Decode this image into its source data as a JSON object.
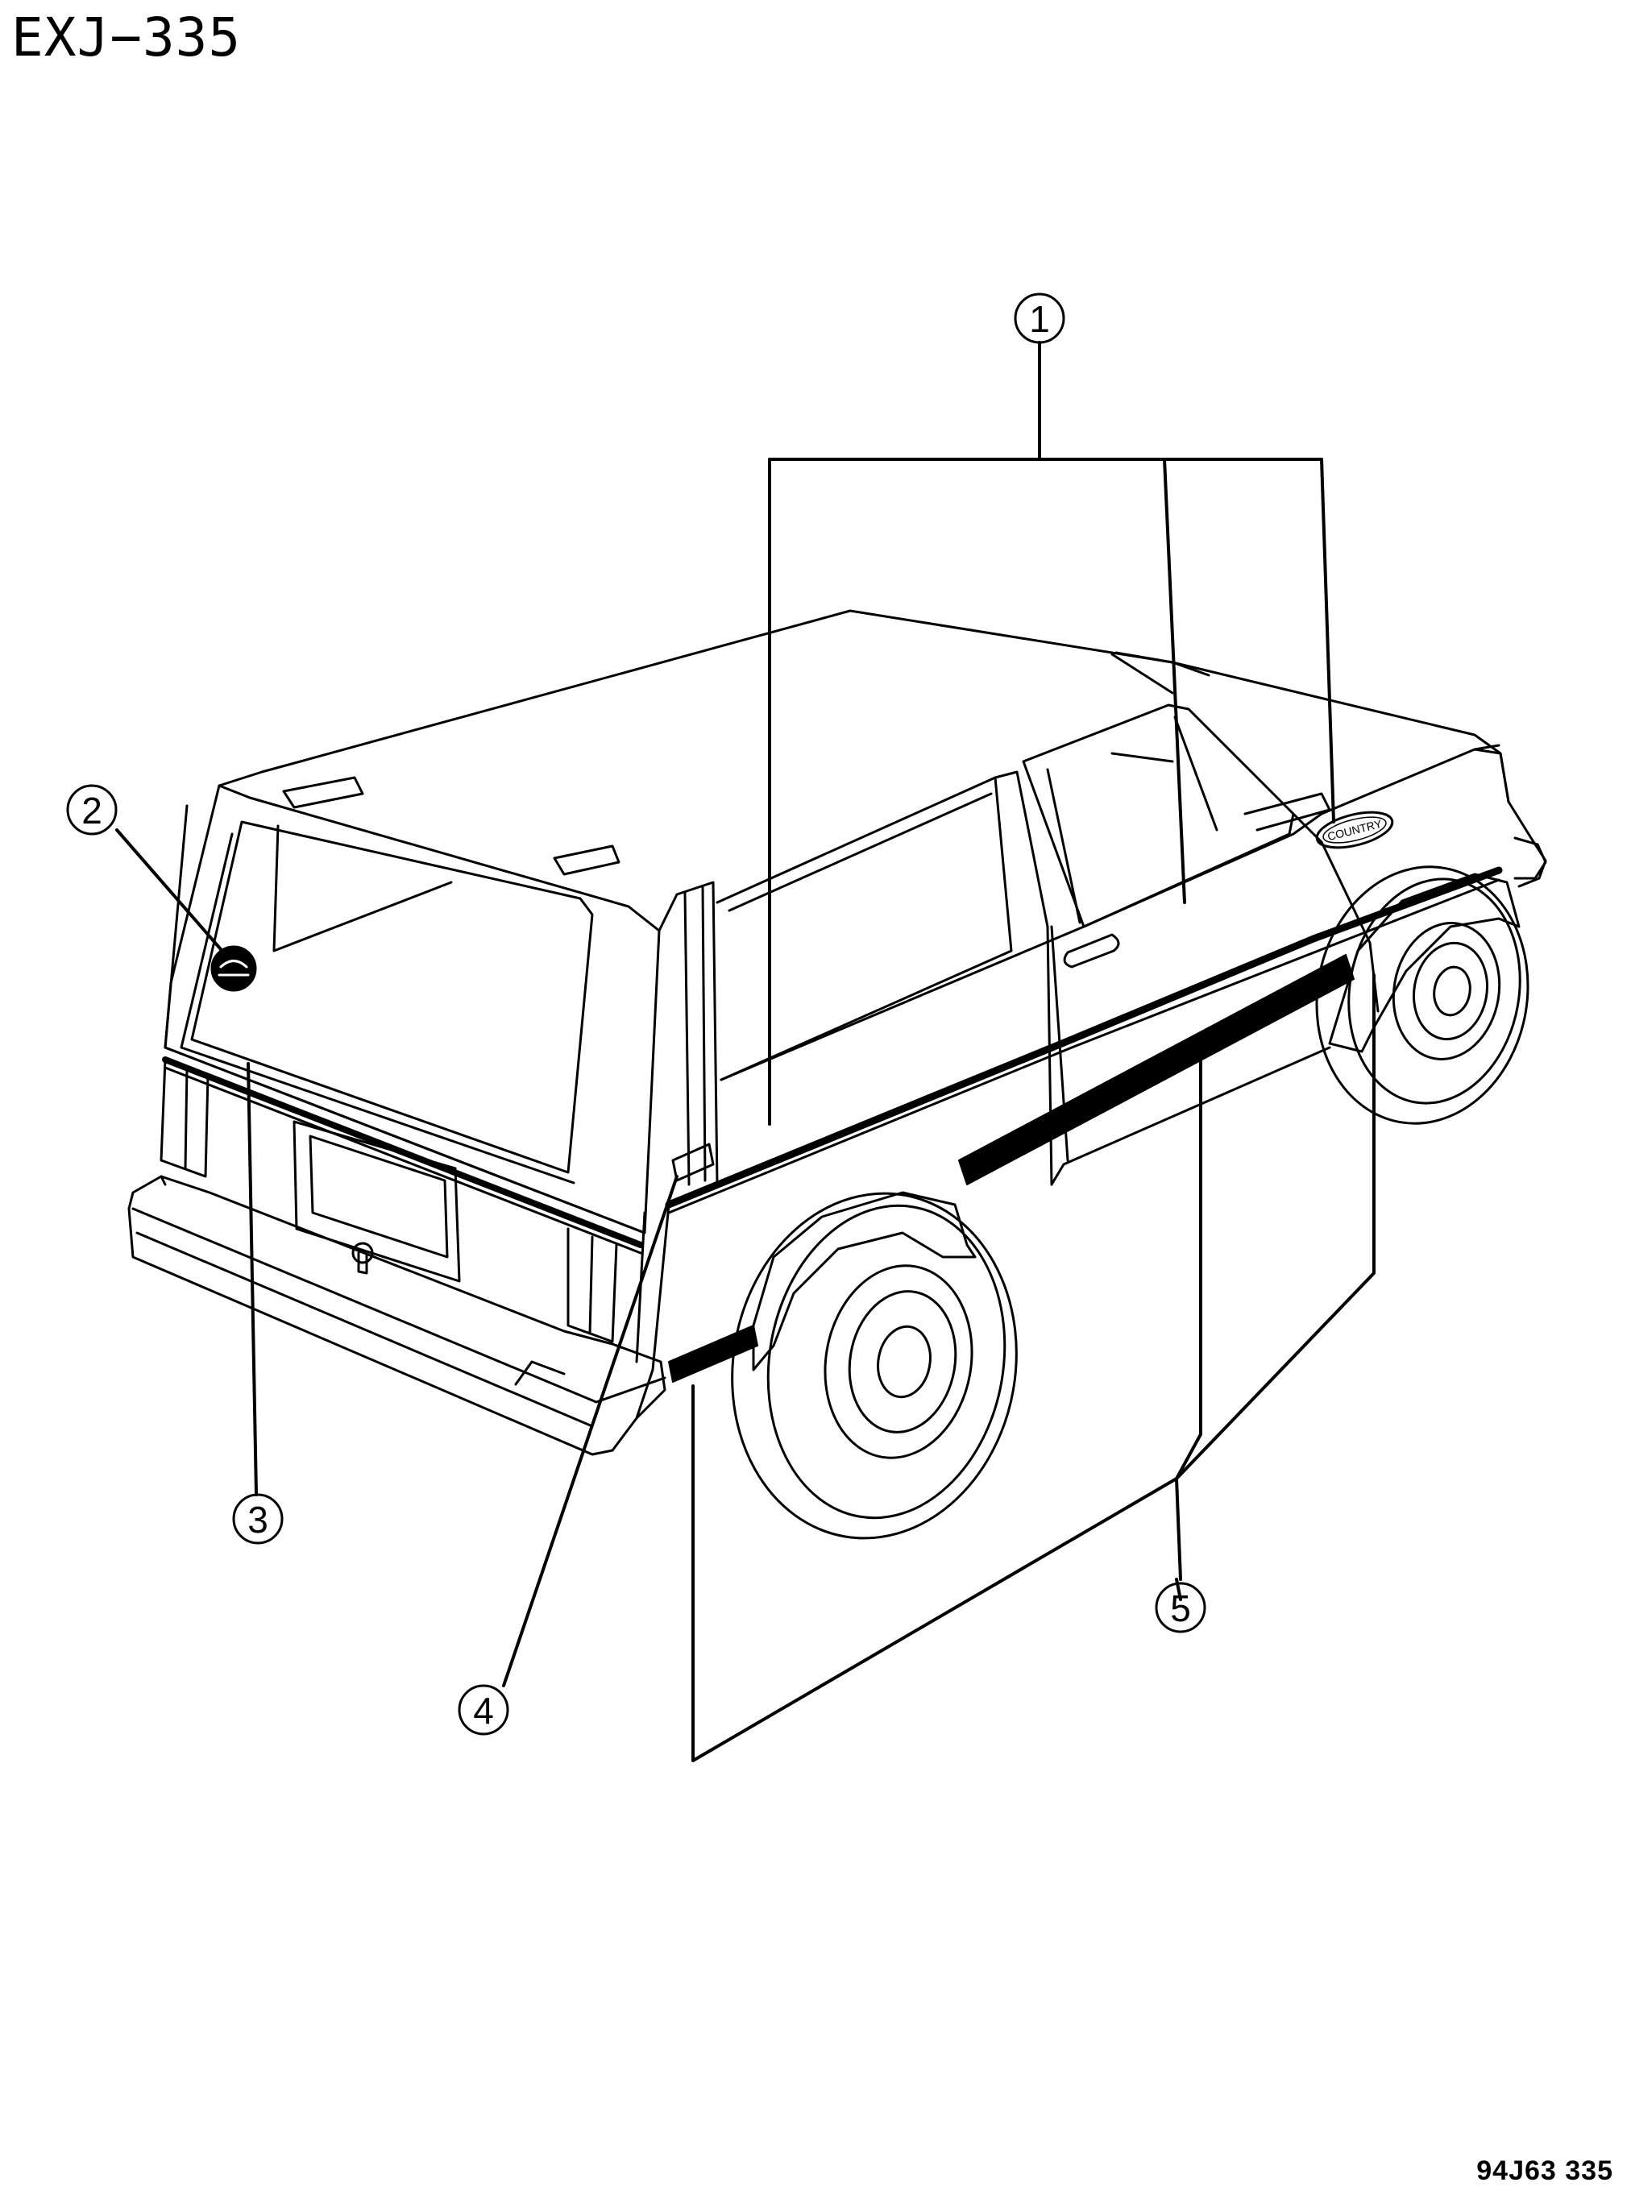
{
  "title": "EXJ−335",
  "footer_code": "94J63  335",
  "badge_text": "COUNTRY",
  "callouts": [
    {
      "number": "1"
    },
    {
      "number": "2"
    },
    {
      "number": "3"
    },
    {
      "number": "4"
    },
    {
      "number": "5"
    }
  ],
  "colors": {
    "ink": "#000000",
    "paper": "#ffffff"
  }
}
